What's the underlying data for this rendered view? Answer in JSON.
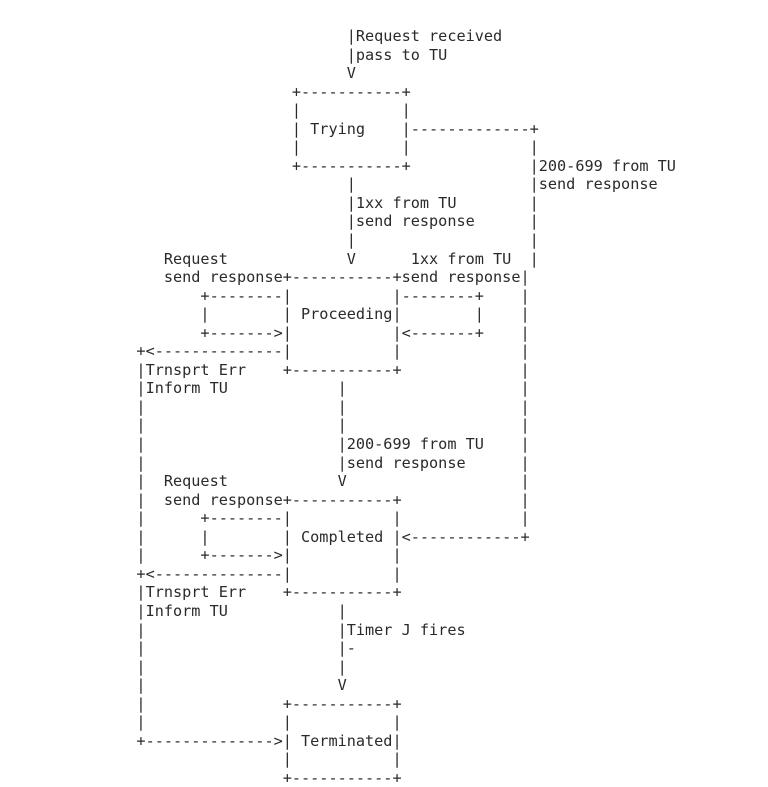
{
  "diagram": {
    "lines": [
      "                          |Request received",
      "                          |pass to TU",
      "                          V",
      "                    +-----------+",
      "                    |           |",
      "                    | Trying    |-------------+",
      "                    |           |             |",
      "                    +-----------+             |200-699 from TU",
      "                          |                   |send response",
      "                          |1xx from TU        |",
      "                          |send response      |",
      "                          |                   |",
      "      Request             V      1xx from TU  |",
      "      send response+-----------+send response|",
      "          +--------|           |--------+    |",
      "          |        | Proceeding|        |    |",
      "          +------->|           |<-------+    |",
      "   +<--------------|           |             |",
      "   |Trnsprt Err    +-----------+             |",
      "   |Inform TU            |                   |",
      "   |                     |                   |",
      "   |                     |                   |",
      "   |                     |200-699 from TU    |",
      "   |                     |send response      |",
      "   |  Request            V                   |",
      "   |  send response+-----------+             |",
      "   |      +--------|           |             |",
      "   |      |        | Completed |<------------+",
      "   |      +------->|           |",
      "   +<--------------|           |",
      "   |Trnsprt Err    +-----------+",
      "   |Inform TU            |",
      "   |                     |Timer J fires",
      "   |                     |-",
      "   |                     |",
      "   |                     V",
      "   |               +-----------+",
      "   |               |           |",
      "   +-------------->| Terminated|",
      "                   |           |",
      "                   +-----------+"
    ]
  },
  "states": [
    "Trying",
    "Proceeding",
    "Completed",
    "Terminated"
  ],
  "transitions": [
    {
      "from": "start",
      "to": "Trying",
      "label": "Request received / pass to TU"
    },
    {
      "from": "Trying",
      "to": "Proceeding",
      "label": "1xx from TU / send response"
    },
    {
      "from": "Trying",
      "to": "Completed",
      "label": "200-699 from TU / send response"
    },
    {
      "from": "Proceeding",
      "to": "Proceeding",
      "label": "1xx from TU / send response"
    },
    {
      "from": "Proceeding",
      "to": "Proceeding",
      "label": "Request / send response"
    },
    {
      "from": "Proceeding",
      "to": "Completed",
      "label": "200-699 from TU / send response"
    },
    {
      "from": "Proceeding",
      "to": "Terminated",
      "label": "Trnsprt Err / Inform TU"
    },
    {
      "from": "Completed",
      "to": "Completed",
      "label": "Request / send response"
    },
    {
      "from": "Completed",
      "to": "Terminated",
      "label": "Trnsprt Err / Inform TU"
    },
    {
      "from": "Completed",
      "to": "Terminated",
      "label": "Timer J fires"
    }
  ]
}
